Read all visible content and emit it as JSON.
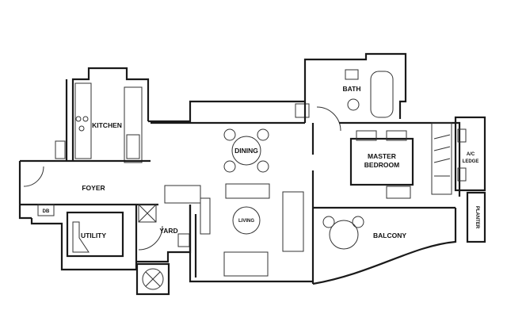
{
  "rooms": {
    "kitchen": "KITCHEN",
    "dining": "DINING",
    "foyer": "FOYER",
    "db": "DB",
    "utility": "UTILITY",
    "yard": "YARD",
    "living": "LIVING",
    "bath": "BATH",
    "master_line1": "MASTER",
    "master_line2": "BEDROOM",
    "ac_line1": "A/C",
    "ac_line2": "LEDGE",
    "balcony": "BALCONY",
    "planter": "PLANTER"
  },
  "colors": {
    "wall": "#1a1a1a",
    "background": "#ffffff"
  }
}
